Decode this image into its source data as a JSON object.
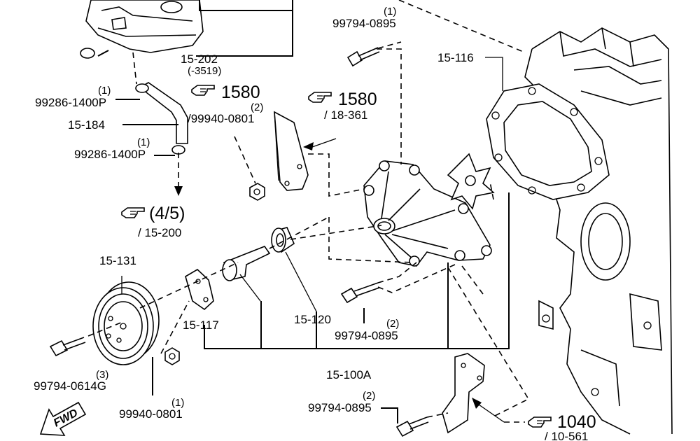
{
  "labels": {
    "reservoir_pn": "15-202",
    "reservoir_range": "(-3519)",
    "bolt_top_qty": "(1)",
    "bolt_top_pn": "99794-0895",
    "gasket_pn": "15-116",
    "clamp1_qty": "(1)",
    "clamp1_pn": "99286-1400P",
    "hose_pn": "15-184",
    "clamp2_qty": "(1)",
    "clamp2_pn": "99286-1400P",
    "ref_1580a": "1580",
    "nut_qty": "(2)",
    "nut_pn": "/99940-0801",
    "ref_1580b": "1580",
    "ref_1580b_sub": "/ 18-361",
    "ref_45": "(4/5)",
    "ref_45_sub": "/ 15-200",
    "pulley_pn": "15-131",
    "plate_pn": "15-117",
    "spacer_pn": "15-120",
    "bolt_mid_qty": "(2)",
    "bolt_mid_pn": "99794-0895",
    "bolt_pulley_qty": "(3)",
    "bolt_pulley_pn": "99794-0614G",
    "assembly_pn": "15-100A",
    "nut2_qty": "(1)",
    "nut2_pn": "99940-0801",
    "bolt_bottom_qty": "(2)",
    "bolt_bottom_pn": "99794-0895",
    "ref_1040": "1040",
    "ref_1040_sub": "/ 10-561",
    "fwd": "FWD"
  },
  "icons": {
    "pointer": "pointing-hand-icon",
    "forward": "fwd-arrow-icon"
  }
}
